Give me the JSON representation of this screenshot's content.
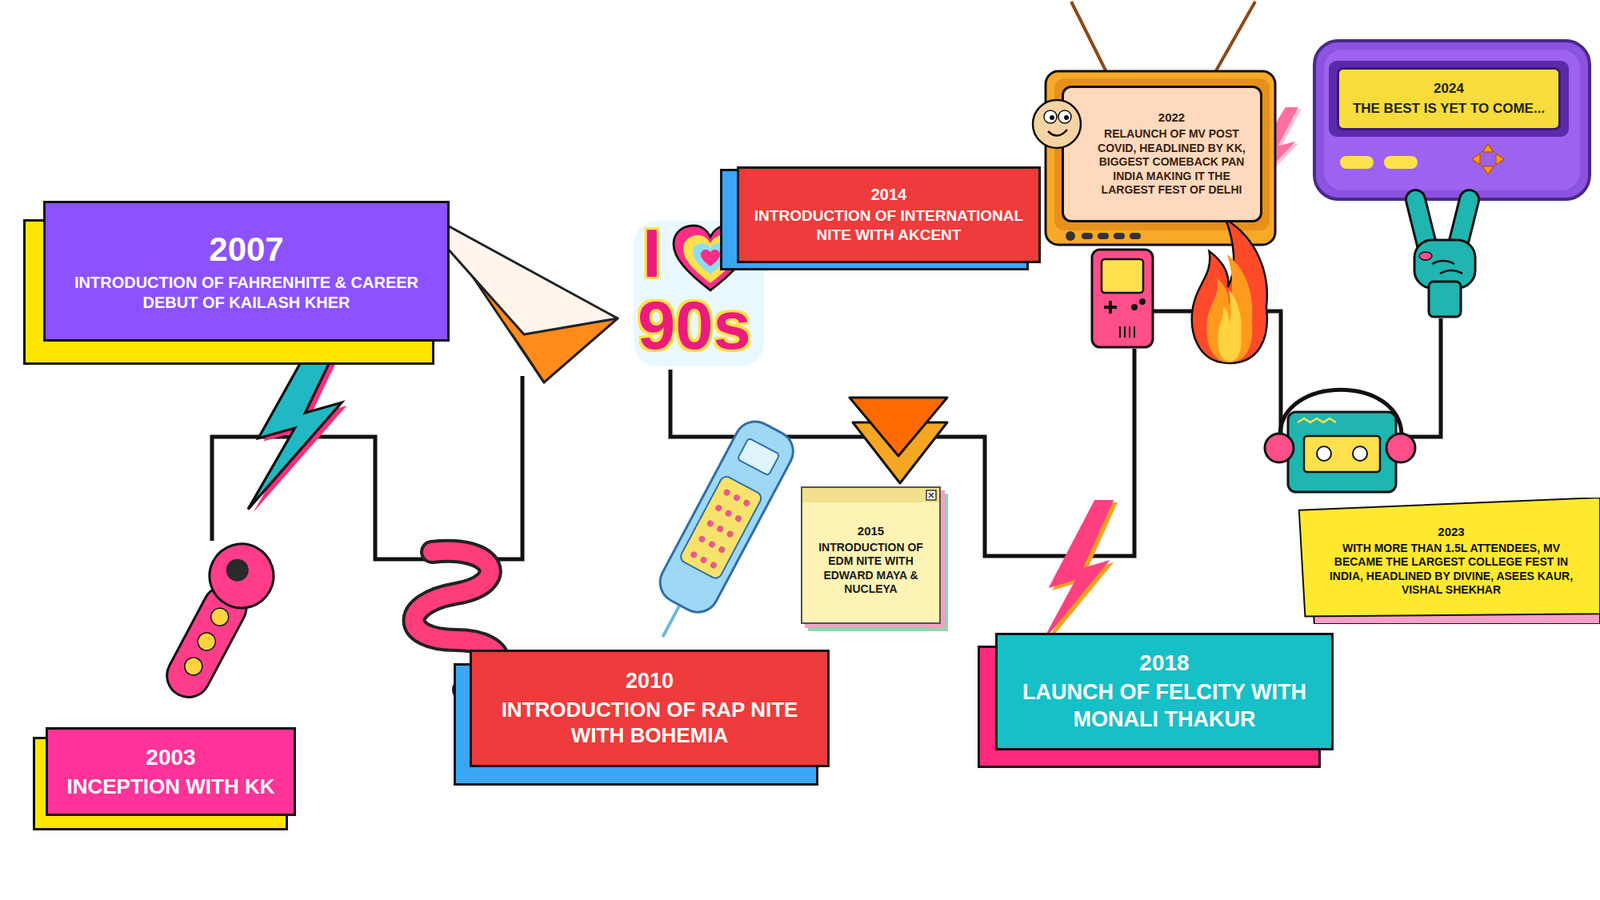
{
  "diagram": {
    "nodes": [
      {
        "text": [
          "2003",
          "INCEPTION WITH KK"
        ]
      },
      {
        "text": [
          "2007",
          "INTRODUCTION OF FAHRENHITE & CAREER DEBUT OF KAILASH KHER"
        ]
      },
      {
        "text": [
          "2010",
          "INTRODUCTION OF RAP NITE WITH BOHEMIA"
        ]
      },
      {
        "text": [
          "2014",
          "INTRODUCTION OF INTERNATIONAL NITE WITH AKCENT"
        ]
      },
      {
        "text": [
          "2015",
          "INTRODUCTION OF EDM NITE WITH EDWARD MAYA & NUCLEYA"
        ]
      },
      {
        "text": [
          "2018",
          "LAUNCH OF FELCITY WITH MONALI THAKUR"
        ]
      },
      {
        "text": [
          "2022",
          "RELAUNCH OF MV POST COVID, HEADLINED BY KK, BIGGEST COMEBACK PAN INDIA MAKING IT THE LARGEST FEST OF DELHI"
        ]
      },
      {
        "text": [
          "2023",
          "WITH MORE THAN 1.5L ATTENDEES, MV BECAME THE LARGEST COLLEGE FEST IN INDIA, HEADLINED BY DIVINE, ASEES KAUR, VISHAL SHEKHAR"
        ]
      },
      {
        "text": [
          "2024",
          "THE BEST IS YET TO COME..."
        ]
      }
    ],
    "labels": [
      "I",
      "90s"
    ]
  }
}
